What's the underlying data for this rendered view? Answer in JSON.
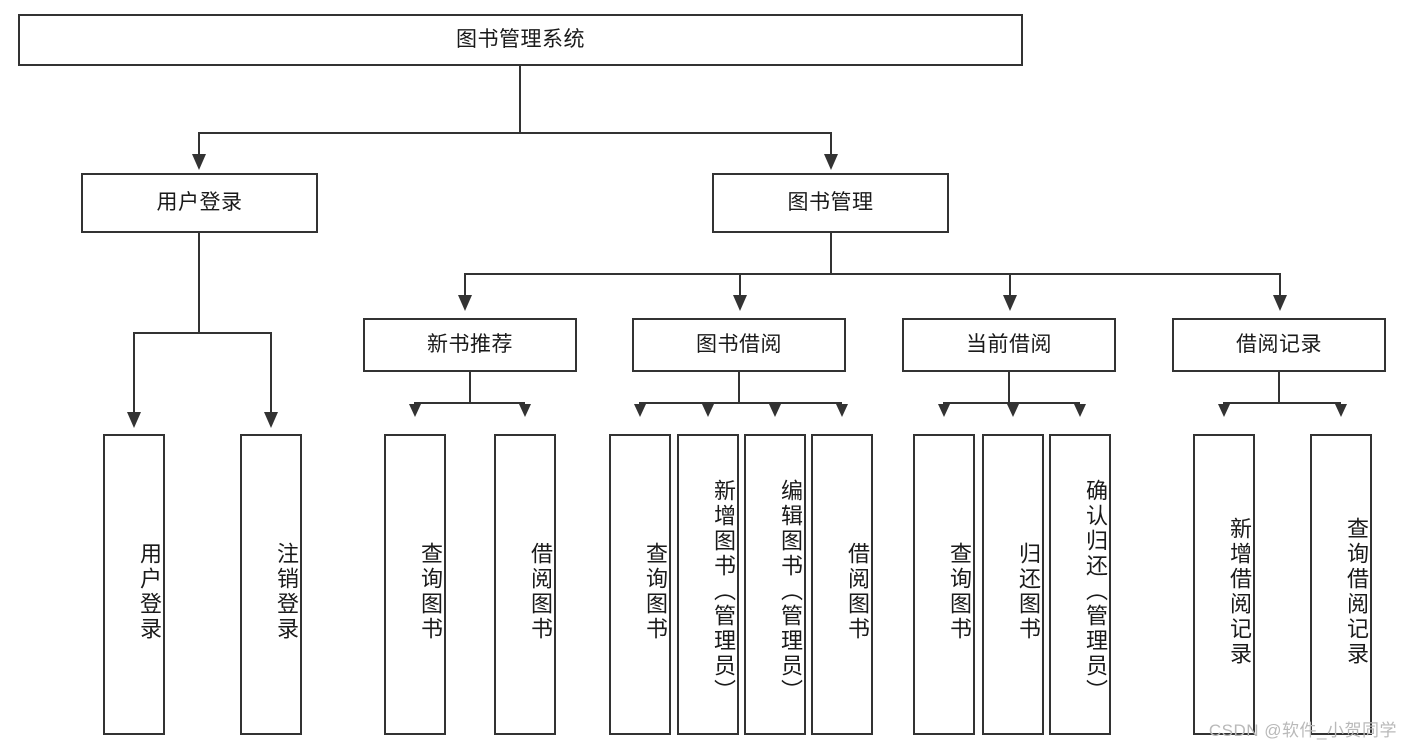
{
  "diagram": {
    "type": "tree-hierarchy",
    "title": "图书管理系统",
    "root": {
      "label": "图书管理系统"
    },
    "level2": [
      {
        "label": "用户登录"
      },
      {
        "label": "图书管理"
      }
    ],
    "level3": [
      {
        "label": "新书推荐"
      },
      {
        "label": "图书借阅"
      },
      {
        "label": "当前借阅"
      },
      {
        "label": "借阅记录"
      }
    ],
    "leaves": {
      "user_login": [
        {
          "label": "用户登录"
        },
        {
          "label": "注销登录"
        }
      ],
      "new_book_recommend": [
        {
          "label": "查询图书"
        },
        {
          "label": "借阅图书"
        }
      ],
      "book_borrow": [
        {
          "label": "查询图书"
        },
        {
          "label": "新增图书（管理员）"
        },
        {
          "label": "编辑图书（管理员）"
        },
        {
          "label": "借阅图书"
        }
      ],
      "current_borrow": [
        {
          "label": "查询图书"
        },
        {
          "label": "归还图书"
        },
        {
          "label": "确认归还（管理员）"
        }
      ],
      "borrow_record": [
        {
          "label": "新增借阅记录"
        },
        {
          "label": "查询借阅记录"
        }
      ]
    }
  },
  "watermark": {
    "text": "CSDN @软件_小贺同学"
  },
  "colors": {
    "stroke": "#333333",
    "background": "#ffffff",
    "text": "#1a1a1a",
    "watermark": "#b9b9b9"
  }
}
